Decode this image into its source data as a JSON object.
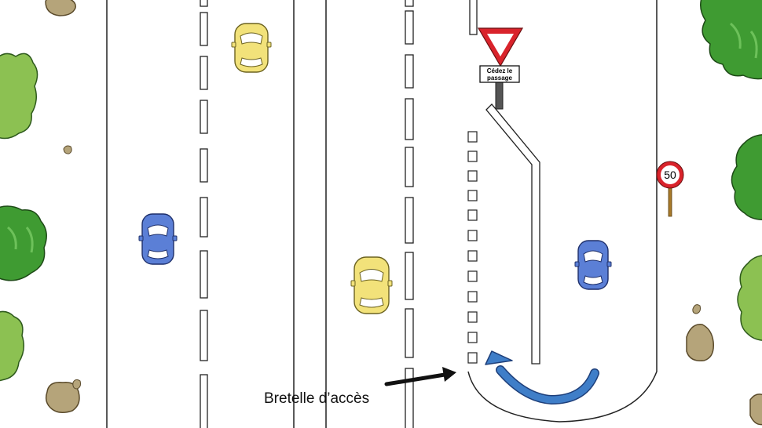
{
  "scene": {
    "yield_sign": {
      "line1": "Cédez le",
      "line2": "passage"
    },
    "speed_limit": {
      "value": "50"
    },
    "caption": {
      "text": "Bretelle d’accès"
    }
  },
  "colors": {
    "grass_light": "#8cc152",
    "grass_dark": "#3f9b32",
    "rock": "#b5a47a",
    "yellow_car": "#f2e27a",
    "blue_car": "#5b7fd6",
    "arrow_blue": "#3f7ec8",
    "sign_red": "#d9232b"
  }
}
